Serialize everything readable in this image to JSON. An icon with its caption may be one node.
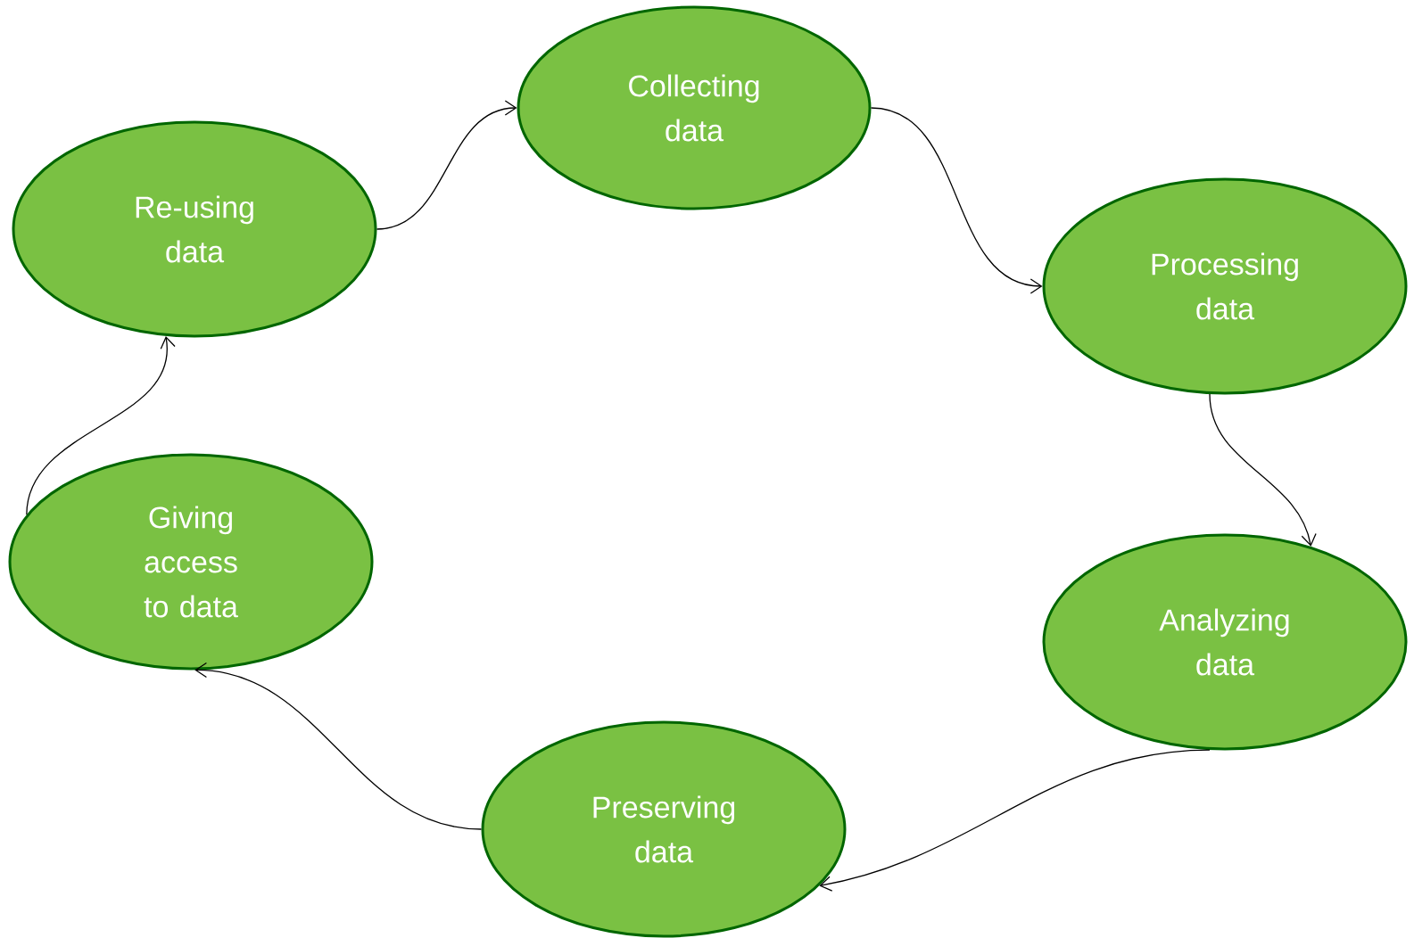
{
  "diagram": {
    "nodes": [
      {
        "text": [
          "Collecting data"
        ]
      },
      {
        "text": [
          "Processing data"
        ]
      },
      {
        "text": [
          "Analyzing data"
        ]
      },
      {
        "text": [
          "Preserving data"
        ]
      },
      {
        "text": [
          "Giving access to data"
        ]
      },
      {
        "text": [
          "Re-using data"
        ]
      }
    ],
    "edges": [
      {
        "from": 0,
        "to": 1,
        "arrow": "to"
      },
      {
        "from": 1,
        "to": 2,
        "arrow": "to"
      },
      {
        "from": 2,
        "to": 3,
        "arrow": "to"
      },
      {
        "from": 3,
        "to": 4,
        "arrow": "to"
      },
      {
        "from": 4,
        "to": 5,
        "arrow": "to"
      },
      {
        "from": 5,
        "to": 0,
        "arrow": "to"
      }
    ]
  }
}
